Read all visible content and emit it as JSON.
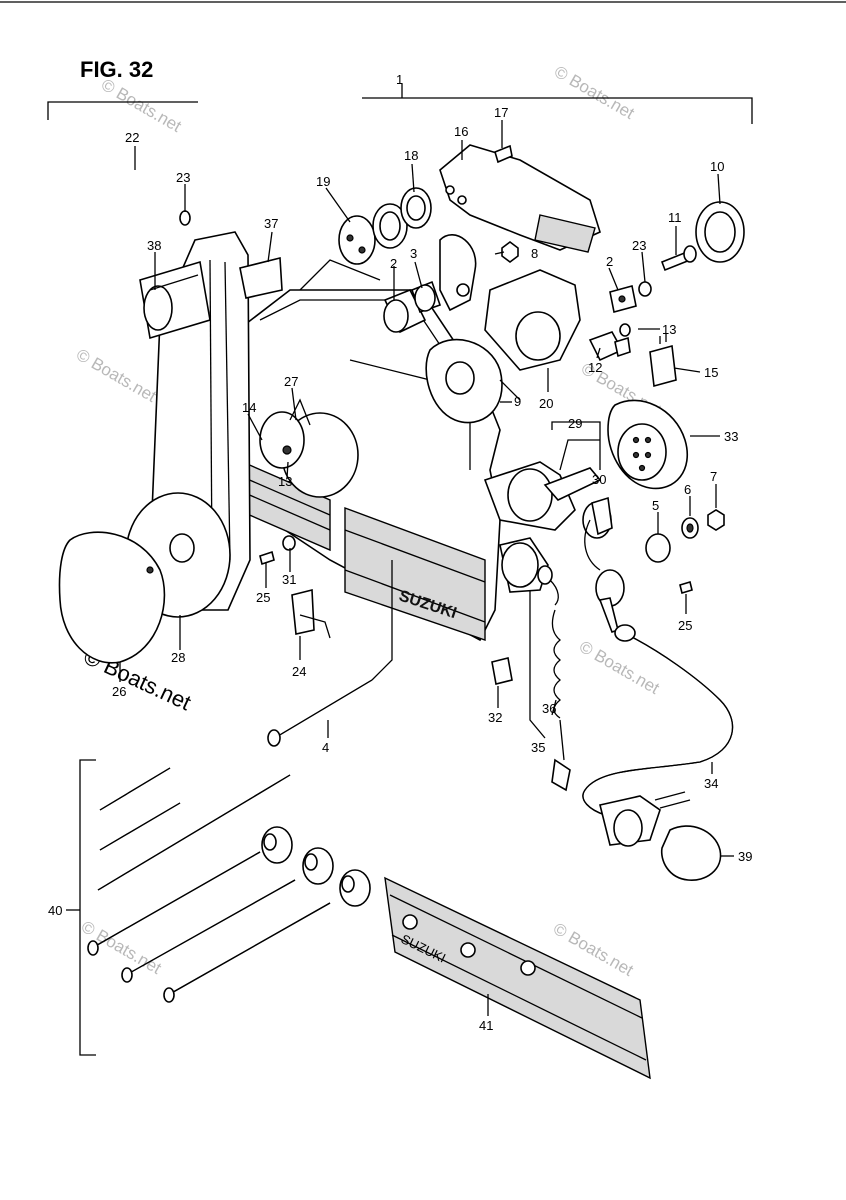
{
  "figure": {
    "title": "FIG. 32"
  },
  "watermarks": {
    "small": [
      "© Boats.net",
      "© Boats.net",
      "© Boats.net",
      "© Boats.net",
      "© Boats.net",
      "© Boats.net",
      "© Boats.net"
    ],
    "large": "© Boats.net"
  },
  "brand": {
    "cover": "SUZUKI",
    "plate": "SUZUKI"
  },
  "labels": {
    "p1": "1",
    "p2a": "2",
    "p2b": "2",
    "p3": "3",
    "p4": "4",
    "p5": "5",
    "p6": "6",
    "p7": "7",
    "p8": "8",
    "p9": "9",
    "p10": "10",
    "p11": "11",
    "p12": "12",
    "p13a": "13",
    "p13b": "13",
    "p14": "14",
    "p15": "15",
    "p16": "16",
    "p17": "17",
    "p18": "18",
    "p19": "19",
    "p20": "20",
    "p22": "22",
    "p23a": "23",
    "p23b": "23",
    "p24": "24",
    "p25a": "25",
    "p25b": "25",
    "p26": "26",
    "p27": "27",
    "p28": "28",
    "p29": "29",
    "p30": "30",
    "p31": "31",
    "p32": "32",
    "p33": "33",
    "p34": "34",
    "p35": "35",
    "p36": "36",
    "p37": "37",
    "p38": "38",
    "p39": "39",
    "p40": "40",
    "p41": "41"
  }
}
